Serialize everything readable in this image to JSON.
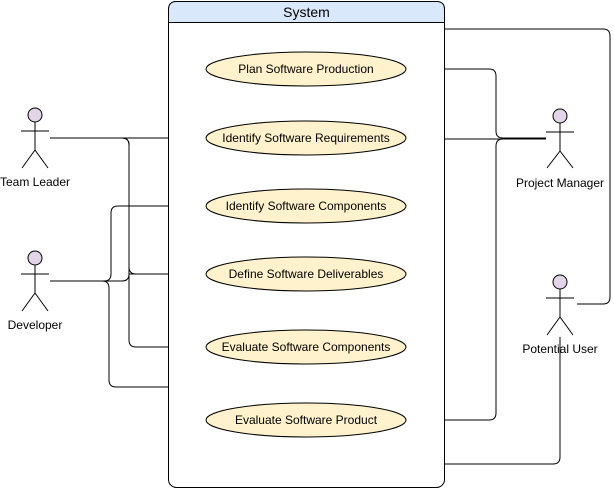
{
  "system": {
    "title": "System"
  },
  "use_cases": [
    {
      "id": "plan",
      "label": "Plan Software Production"
    },
    {
      "id": "identify_req",
      "label": "Identify Software Requirements"
    },
    {
      "id": "identify_comp",
      "label": "Identify Software Components"
    },
    {
      "id": "define_deliv",
      "label": "Define Software Deliverables"
    },
    {
      "id": "eval_comp",
      "label": "Evaluate Software Components"
    },
    {
      "id": "eval_prod",
      "label": "Evaluate Software Product"
    }
  ],
  "actors": [
    {
      "id": "team_leader",
      "label": "Team Leader"
    },
    {
      "id": "developer",
      "label": "Developer"
    },
    {
      "id": "project_manager",
      "label": "Project Manager"
    },
    {
      "id": "potential_user",
      "label": "Potential User"
    }
  ],
  "colors": {
    "system_header": "#dae8fc",
    "system_border": "#000000",
    "use_case_fill": "#fff2cc",
    "actor_head": "#e1d5e7",
    "line": "#000000"
  }
}
